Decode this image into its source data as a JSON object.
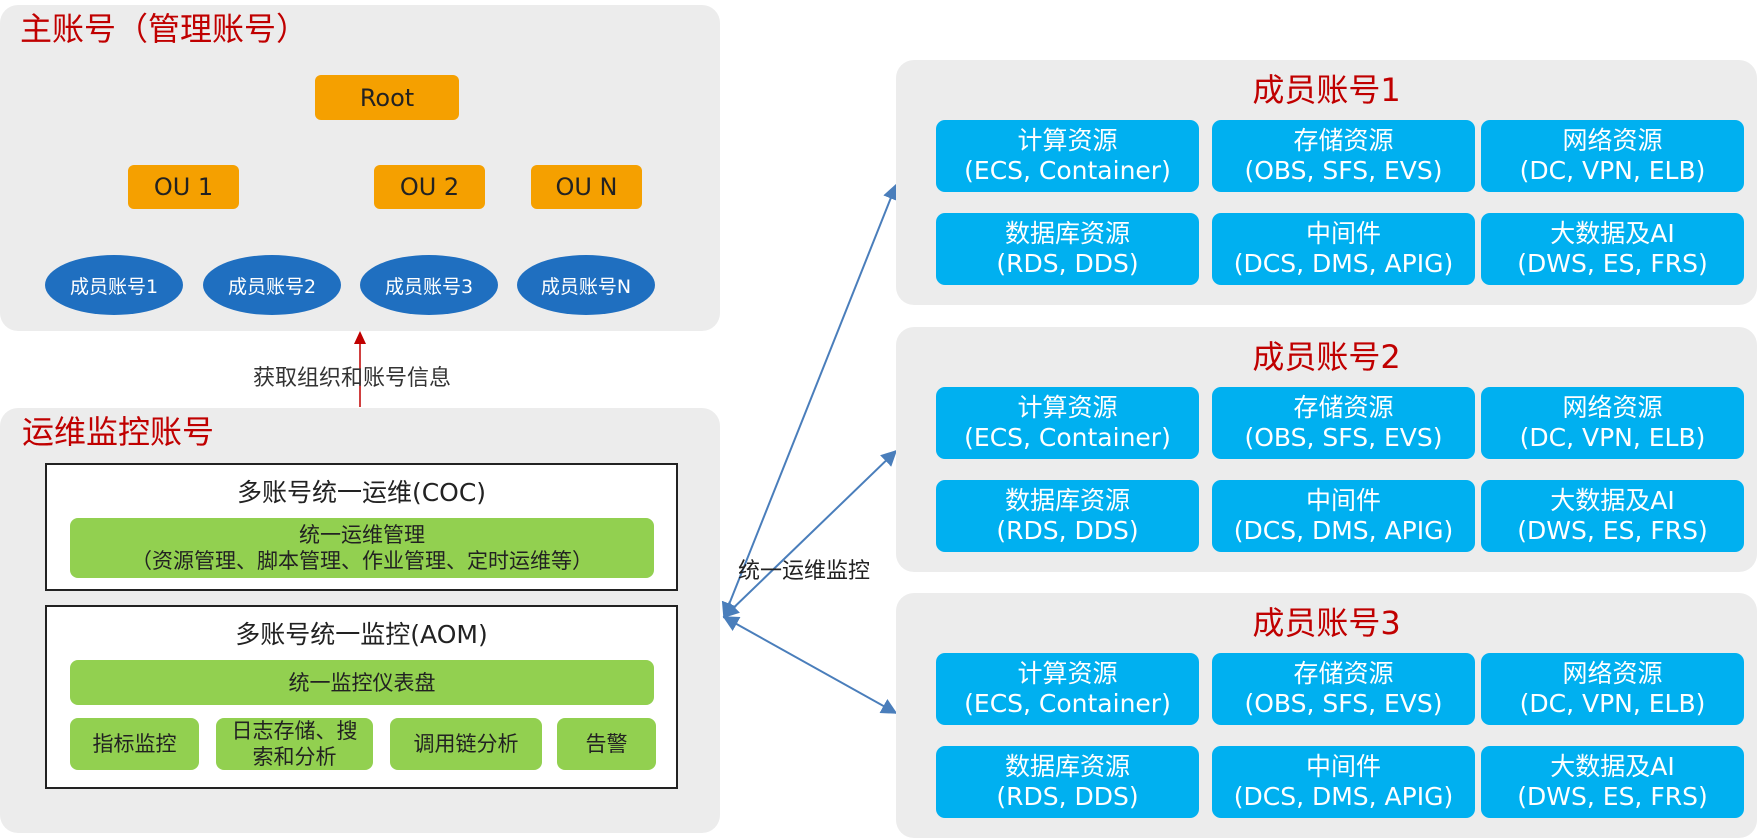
{
  "master": {
    "title": "主账号（管理账号）",
    "root": "Root",
    "ous": [
      "OU 1",
      "OU 2",
      "OU N"
    ],
    "members": [
      "成员账号1",
      "成员账号2",
      "成员账号3",
      "成员账号N"
    ]
  },
  "fetch_label": "获取组织和账号信息",
  "ops": {
    "title": "运维监控账号",
    "coc": {
      "title": "多账号统一运维(COC)",
      "box_line1": "统一运维管理",
      "box_line2": "（资源管理、脚本管理、作业管理、定时运维等）"
    },
    "aom": {
      "title": "多账号统一监控(AOM)",
      "dashboard": "统一监控仪表盘",
      "items": [
        "指标监控",
        "日志存储、搜索和分析",
        "调用链分析",
        "告警"
      ]
    }
  },
  "link_label": "统一运维监控",
  "member_accounts": [
    {
      "title": "成员账号1",
      "resources": [
        {
          "name": "计算资源",
          "detail": "(ECS, Container)"
        },
        {
          "name": "存储资源",
          "detail": "(OBS, SFS, EVS)"
        },
        {
          "name": "网络资源",
          "detail": "(DC, VPN, ELB)"
        },
        {
          "name": "数据库资源",
          "detail": "(RDS, DDS)"
        },
        {
          "name": "中间件",
          "detail": "(DCS, DMS, APIG)"
        },
        {
          "name": "大数据及AI",
          "detail": "(DWS, ES, FRS)"
        }
      ]
    },
    {
      "title": "成员账号2",
      "resources": [
        {
          "name": "计算资源",
          "detail": "(ECS, Container)"
        },
        {
          "name": "存储资源",
          "detail": "(OBS, SFS, EVS)"
        },
        {
          "name": "网络资源",
          "detail": "(DC, VPN, ELB)"
        },
        {
          "name": "数据库资源",
          "detail": "(RDS, DDS)"
        },
        {
          "name": "中间件",
          "detail": "(DCS, DMS, APIG)"
        },
        {
          "name": "大数据及AI",
          "detail": "(DWS, ES, FRS)"
        }
      ]
    },
    {
      "title": "成员账号3",
      "resources": [
        {
          "name": "计算资源",
          "detail": "(ECS, Container)"
        },
        {
          "name": "存储资源",
          "detail": "(OBS, SFS, EVS)"
        },
        {
          "name": "网络资源",
          "detail": "(DC, VPN, ELB)"
        },
        {
          "name": "数据库资源",
          "detail": "(RDS, DDS)"
        },
        {
          "name": "中间件",
          "detail": "(DCS, DMS, APIG)"
        },
        {
          "name": "大数据及AI",
          "detail": "(DWS, ES, FRS)"
        }
      ]
    }
  ],
  "colors": {
    "panel": "#ececec",
    "title_red": "#c00000",
    "orange": "#f5a000",
    "ellipse_blue": "#1f6fc0",
    "cyan": "#00b0f0",
    "green": "#92d050",
    "arrow_blue": "#4a7ebb"
  }
}
